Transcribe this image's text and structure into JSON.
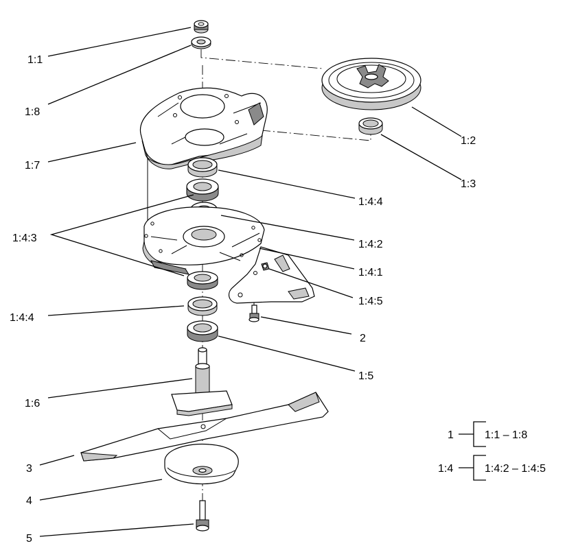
{
  "callouts": [
    {
      "id": "1-1",
      "text": "1:1"
    },
    {
      "id": "1-8",
      "text": "1:8"
    },
    {
      "id": "1-2",
      "text": "1:2"
    },
    {
      "id": "1-3",
      "text": "1:3"
    },
    {
      "id": "1-7",
      "text": "1:7"
    },
    {
      "id": "1-4-4-top",
      "text": "1:4:4"
    },
    {
      "id": "1-4-3",
      "text": "1:4:3"
    },
    {
      "id": "1-4-2",
      "text": "1:4:2"
    },
    {
      "id": "1-4-1",
      "text": "1:4:1"
    },
    {
      "id": "1-4-5",
      "text": "1:4:5"
    },
    {
      "id": "1-4-4-bottom",
      "text": "1:4:4"
    },
    {
      "id": "2",
      "text": "2"
    },
    {
      "id": "1-5",
      "text": "1:5"
    },
    {
      "id": "1-6",
      "text": "1:6"
    },
    {
      "id": "3",
      "text": "3"
    },
    {
      "id": "4",
      "text": "4"
    },
    {
      "id": "5",
      "text": "5"
    }
  ],
  "legend": [
    {
      "parent": "1",
      "range": "1:1 – 1:8"
    },
    {
      "parent": "1:4",
      "range": "1:4:2 – 1:4:5"
    }
  ]
}
